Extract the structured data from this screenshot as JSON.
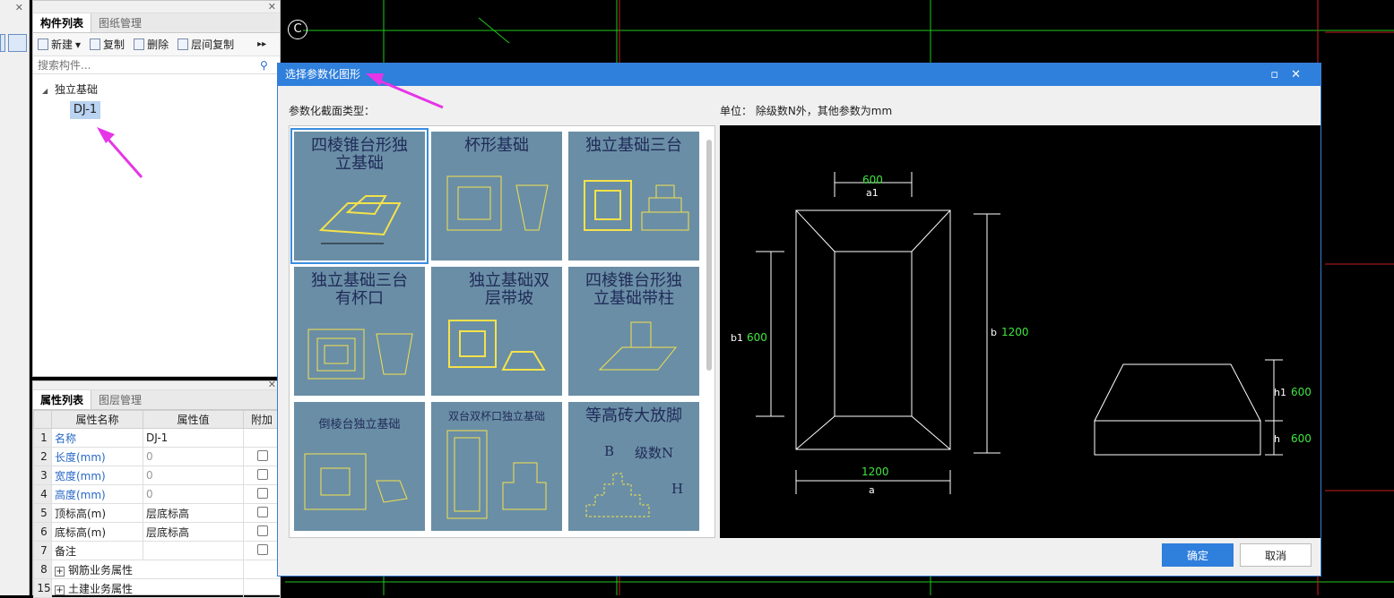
{
  "component_panel": {
    "tabs": [
      "构件列表",
      "图纸管理"
    ],
    "toolbar": {
      "new": "新建",
      "copy": "复制",
      "delete": "删除",
      "floor_copy": "层间复制"
    },
    "search_placeholder": "搜索构件...",
    "tree": {
      "root": "独立基础",
      "child": "DJ-1"
    }
  },
  "property_panel": {
    "tabs": [
      "属性列表",
      "图层管理"
    ],
    "columns": [
      "属性名称",
      "属性值",
      "附加"
    ],
    "rows": [
      {
        "num": "1",
        "name": "名称",
        "value": "DJ-1"
      },
      {
        "num": "2",
        "name": "长度(mm)",
        "value": "0"
      },
      {
        "num": "3",
        "name": "宽度(mm)",
        "value": "0"
      },
      {
        "num": "4",
        "name": "高度(mm)",
        "value": "0"
      },
      {
        "num": "5",
        "name": "顶标高(m)",
        "value": "层底标高"
      },
      {
        "num": "6",
        "name": "底标高(m)",
        "value": "层底标高"
      },
      {
        "num": "7",
        "name": "备注",
        "value": ""
      },
      {
        "num": "8",
        "name": "钢筋业务属性",
        "value": ""
      },
      {
        "num": "15",
        "name": "土建业务属性",
        "value": ""
      }
    ]
  },
  "cad": {
    "axis_marker": "C"
  },
  "dialog": {
    "title": "选择参数化图形",
    "section_label": "参数化截面类型：",
    "unit_label": "单位： 除级数N外，其他参数为mm",
    "thumbnails": [
      "四棱锥台形独立基础",
      "杯形基础",
      "独立基础三台",
      "独立基础三台有杯口",
      "独立基础双层带坡",
      "四棱锥台形独立基础带柱",
      "倒棱台独立基础",
      "双台双杯口独立基础",
      "等高砖大放脚"
    ],
    "thumb_extra": {
      "level": "级数N",
      "B": "B",
      "H": "H"
    },
    "preview": {
      "a1": "600",
      "a": "1200",
      "b1": "600",
      "b": "1200",
      "h1": "600",
      "h": "600",
      "lbl_a1": "a1",
      "lbl_a": "a",
      "lbl_b1": "b1",
      "lbl_b": "b",
      "lbl_h1": "h1",
      "lbl_h": "h"
    },
    "ok": "确定",
    "cancel": "取消"
  }
}
